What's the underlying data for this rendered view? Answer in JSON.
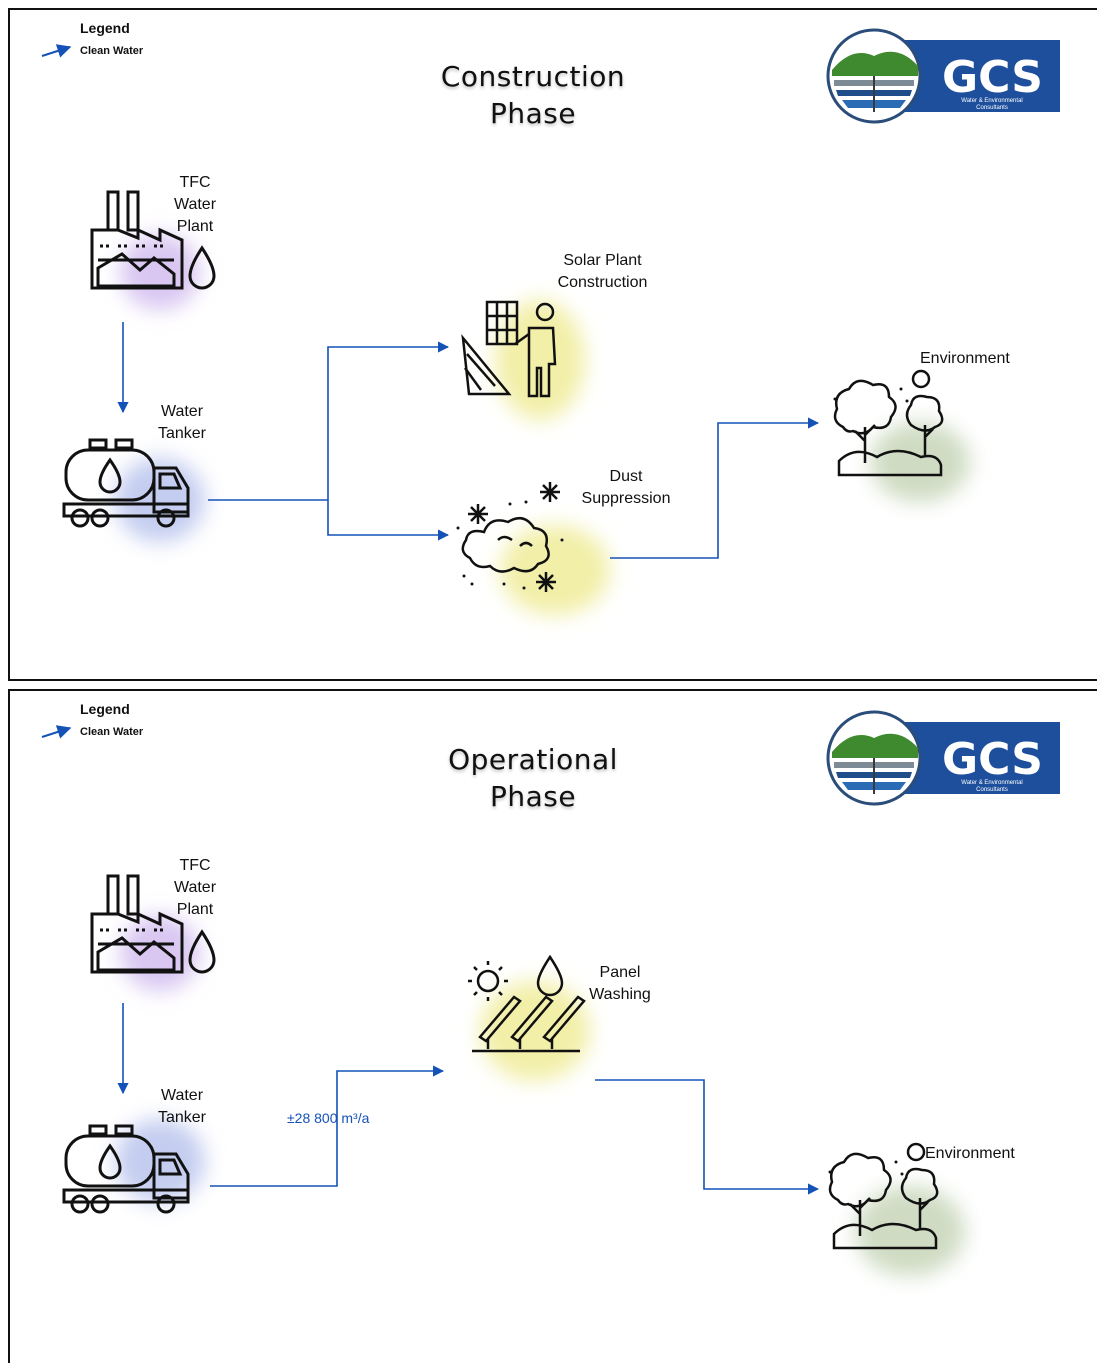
{
  "construction": {
    "legend_title": "Legend",
    "legend_item": "Clean Water",
    "title_line1": "Construction",
    "title_line2": "Phase",
    "logo_text": "GCS",
    "logo_sub1": "Water & Environmental",
    "logo_sub2": "Consultants",
    "nodes": {
      "plant": [
        "TFC",
        "Water",
        "Plant"
      ],
      "tanker": [
        "Water",
        "Tanker"
      ],
      "solar": [
        "Solar Plant",
        "Construction"
      ],
      "dust": [
        "Dust",
        "Suppression"
      ],
      "environment": "Environment"
    }
  },
  "operational": {
    "legend_title": "Legend",
    "legend_item": "Clean Water",
    "title_line1": "Operational",
    "title_line2": "Phase",
    "logo_text": "GCS",
    "logo_sub1": "Water & Environmental",
    "logo_sub2": "Consultants",
    "nodes": {
      "plant": [
        "TFC",
        "Water",
        "Plant"
      ],
      "tanker": [
        "Water",
        "Tanker"
      ],
      "washing": [
        "Panel",
        "Washing"
      ],
      "environment": "Environment"
    },
    "flow_volume": "±28 800 m³/a"
  },
  "colors": {
    "flow_line": "#1452b8",
    "purple_blob": "#d9c7f2",
    "blue_blob": "#c4cdf0",
    "yellow_blob": "#f2efa8",
    "green_blob": "#cfdcc3",
    "logo_blue": "#1e4f9c"
  },
  "icons": [
    "factory-water-icon",
    "water-tanker-icon",
    "solar-worker-icon",
    "dust-cloud-icon",
    "environment-trees-icon",
    "panel-washing-icon",
    "gcs-logo"
  ]
}
